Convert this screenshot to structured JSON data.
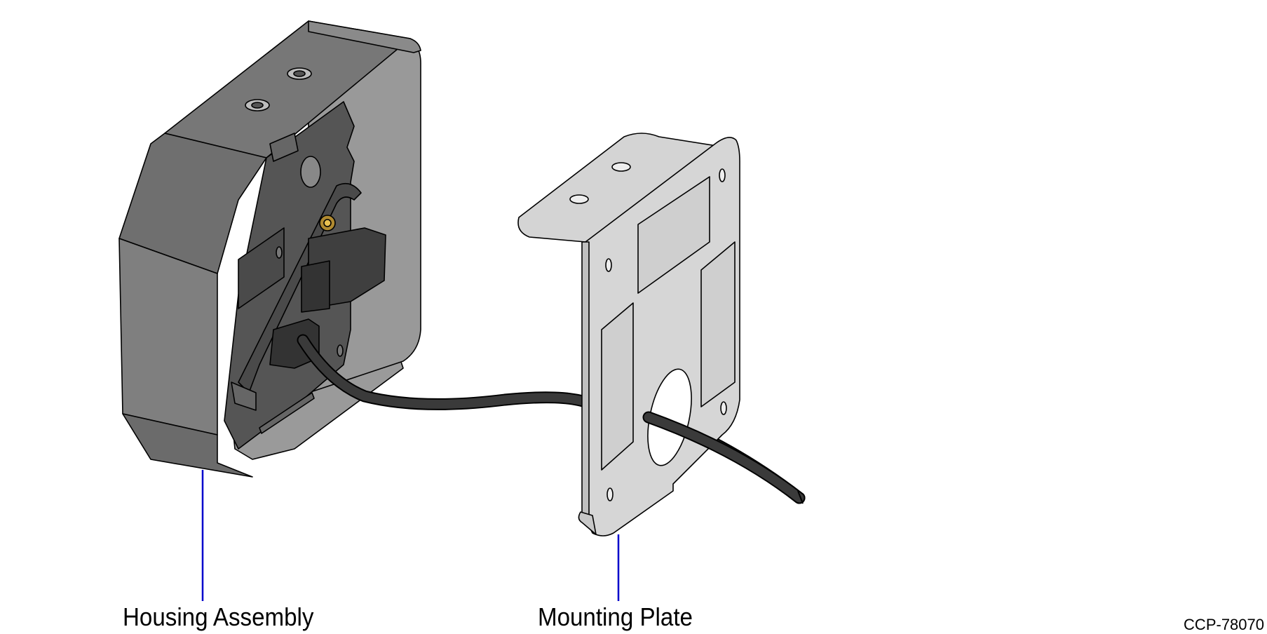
{
  "callouts": {
    "housing_assembly": "Housing Assembly",
    "mounting_plate": "Mounting Plate"
  },
  "figure_id": "CCP-78070",
  "colors": {
    "leader_line": "#0000cc",
    "housing_dark": "#555555",
    "housing_mid": "#7f7f7f",
    "housing_light": "#999999",
    "plate": "#d4d4d4",
    "cable": "#3a3a3a",
    "outline": "#000000"
  }
}
